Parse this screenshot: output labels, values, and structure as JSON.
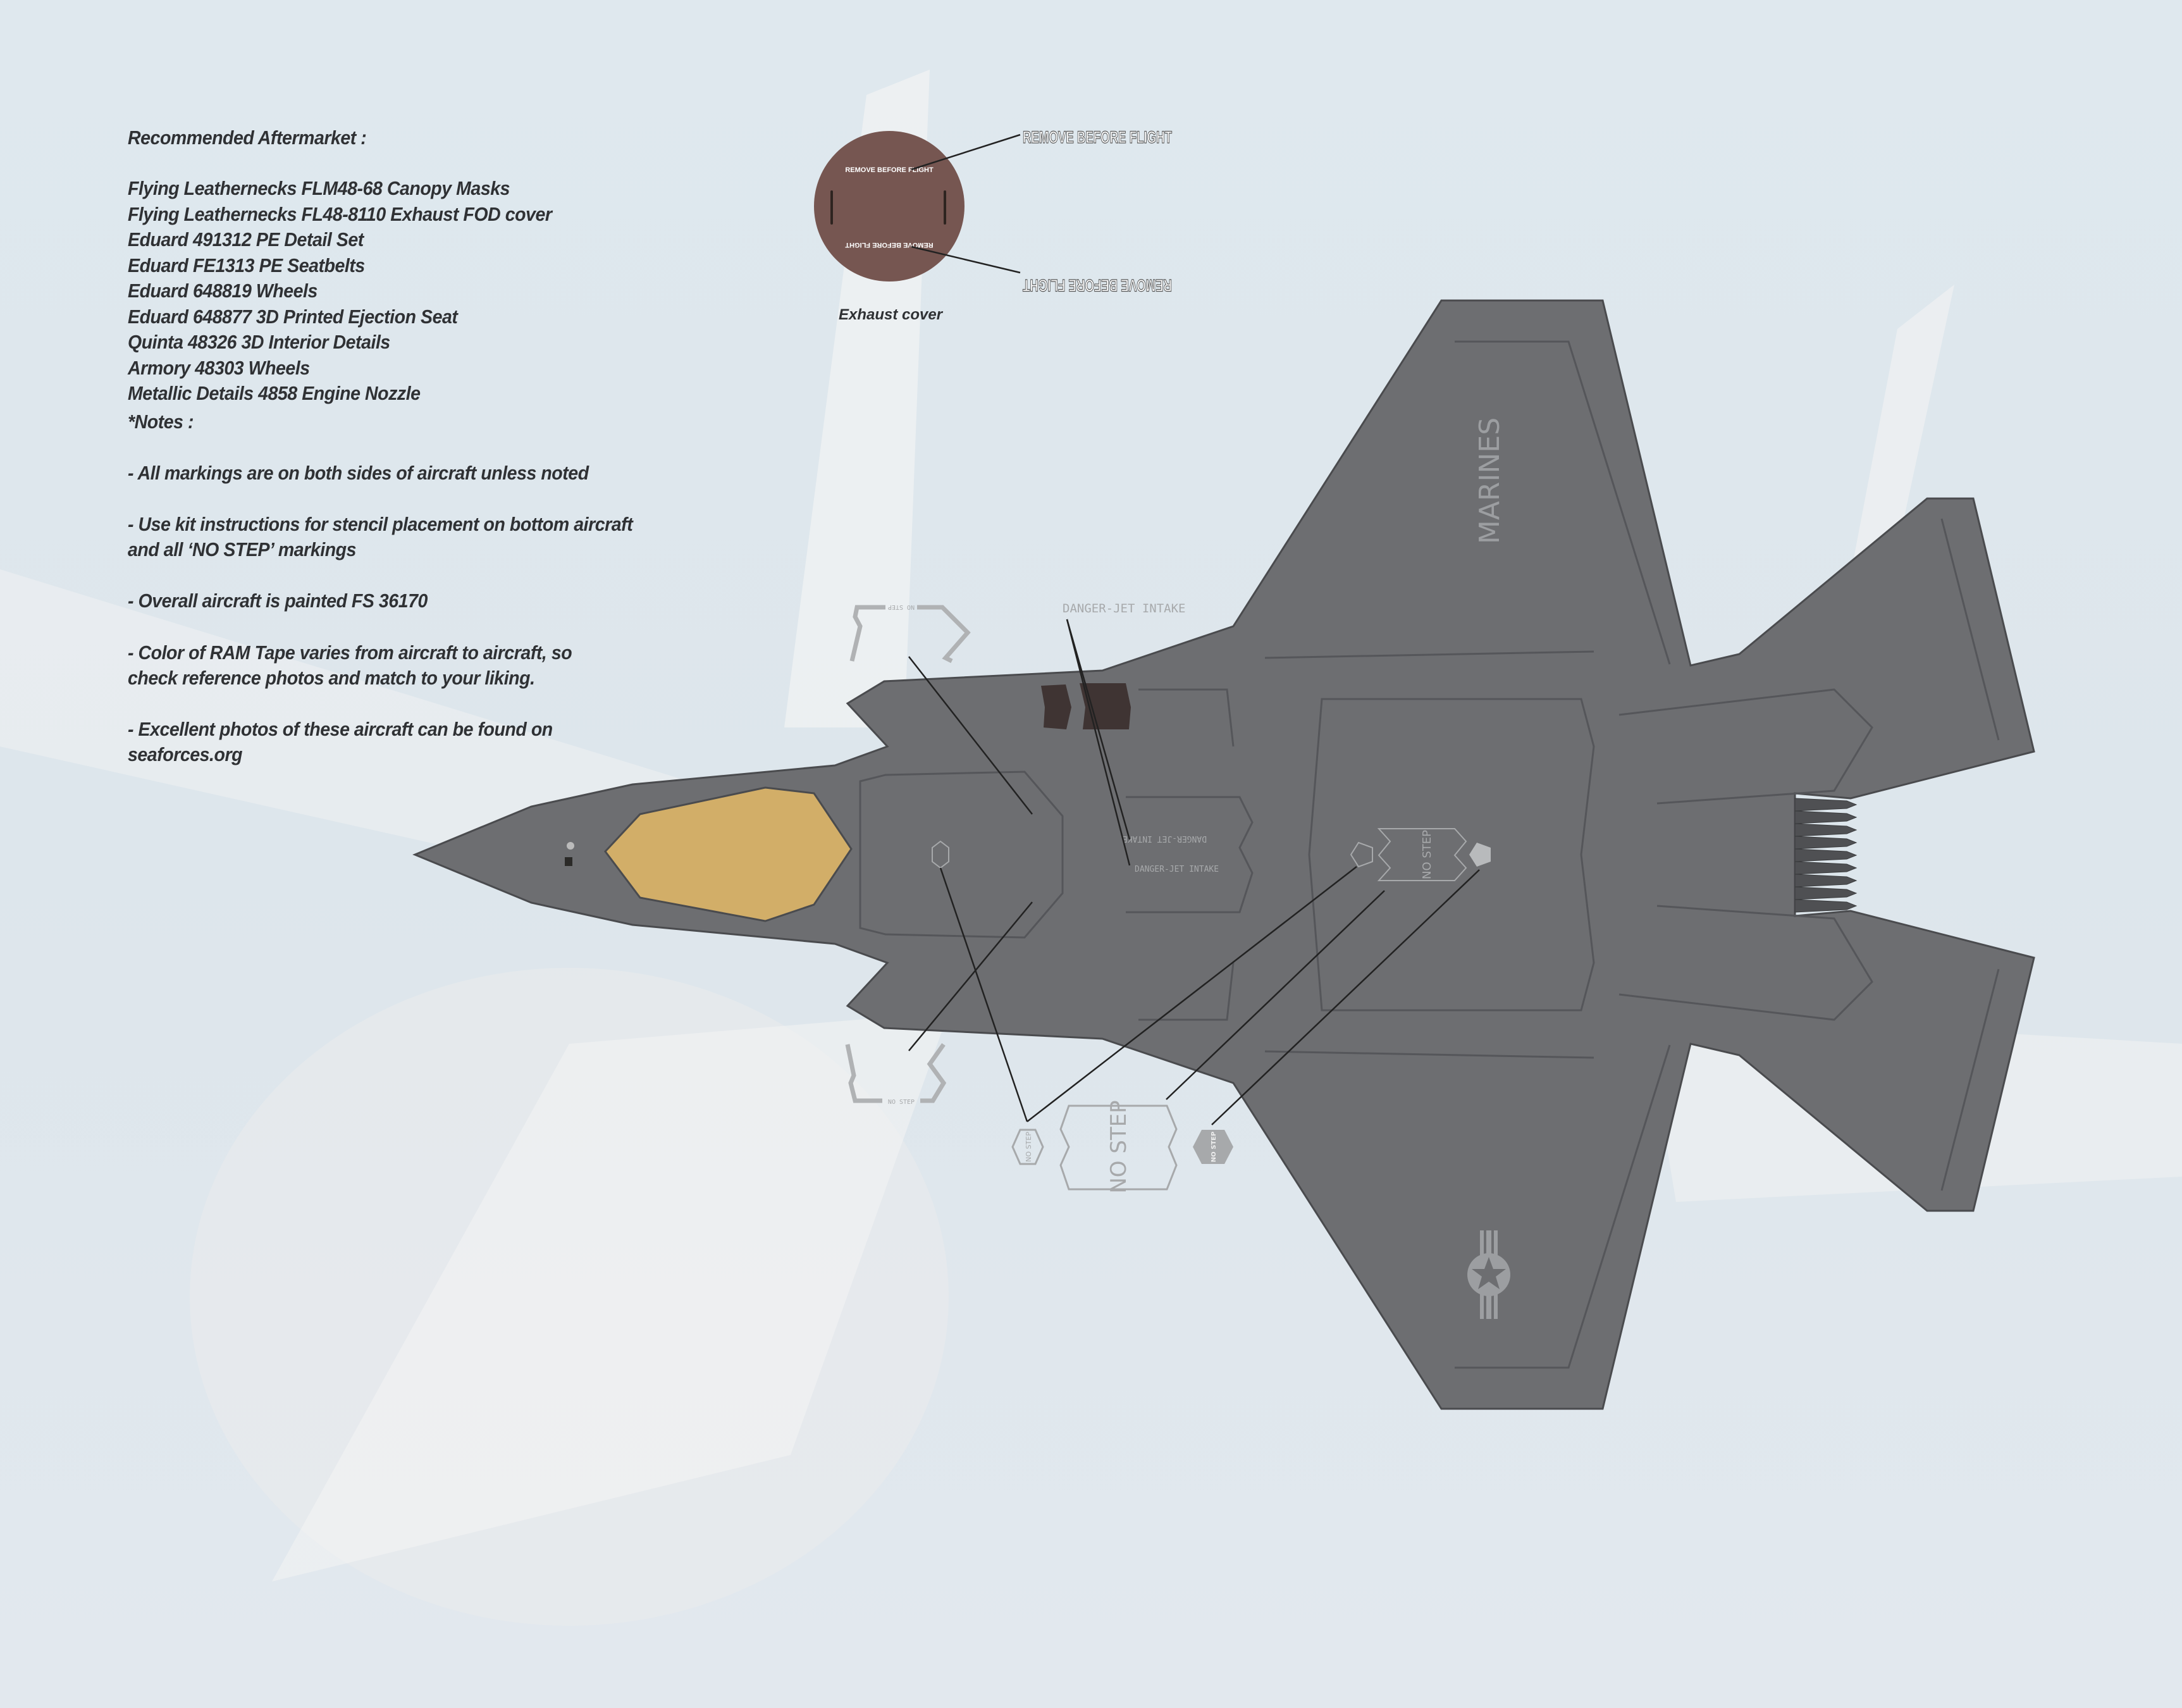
{
  "aftermarket": {
    "heading": "Recommended Aftermarket :",
    "items": [
      "Flying Leathernecks FLM48-68 Canopy Masks",
      "Flying Leathernecks FL48-8110 Exhaust FOD cover",
      "Eduard 491312 PE Detail Set",
      "Eduard FE1313 PE Seatbelts",
      "Eduard 648819 Wheels",
      "Eduard 648877 3D Printed Ejection Seat",
      "Quinta 48326 3D Interior Details",
      "Armory 48303 Wheels",
      "Metallic Details 4858 Engine Nozzle"
    ]
  },
  "notes": {
    "heading": "*Notes :",
    "items": [
      {
        "lines": [
          "- All markings are on both sides of aircraft unless noted"
        ]
      },
      {
        "lines": [
          "- Use kit instructions for stencil placement on bottom aircraft",
          "and all ‘NO STEP’ markings"
        ]
      },
      {
        "lines": [
          "- Overall aircraft is painted FS 36170"
        ]
      },
      {
        "lines": [
          "- Color of RAM Tape varies from aircraft to aircraft, so",
          "check reference photos and match to your liking."
        ]
      },
      {
        "lines": [
          "- Excellent photos of these aircraft can be found on",
          "seaforces.org"
        ]
      }
    ]
  },
  "exhaust_cover": {
    "label": "Exhaust cover",
    "stencil": "REMOVE BEFORE FLIGHT",
    "color": "#765651"
  },
  "stencils": {
    "danger": "DANGER-JET INTAKE",
    "no_step": "NO STEP"
  },
  "aircraft": {
    "marking": "MARINES",
    "body_color": "#6d6e71",
    "canopy_color": "#d2ae68",
    "ram_tape_color": "#3f3433",
    "stencil_color": "#a7a9ab"
  }
}
